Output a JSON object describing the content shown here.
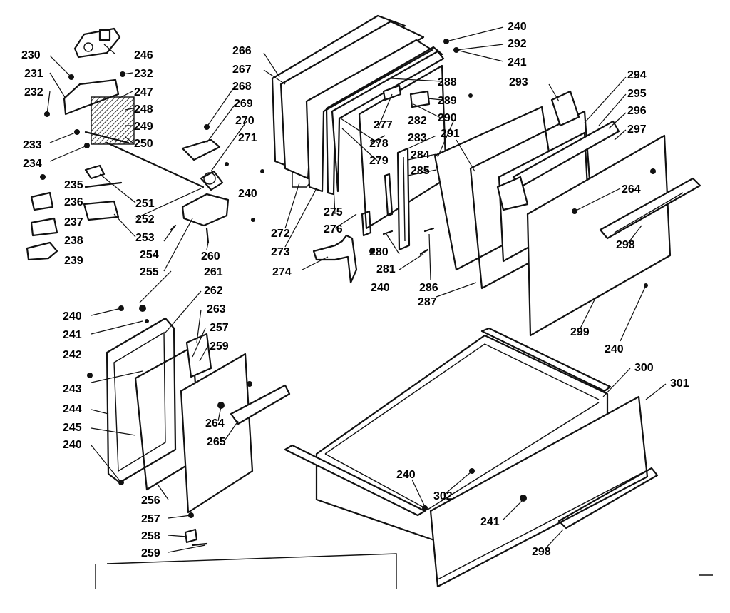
{
  "colors": {
    "ink": "#111111",
    "paper": "#ffffff",
    "speckle": "#444444"
  },
  "labels": {
    "l230": "230",
    "l231": "231",
    "l232a": "232",
    "l232b": "232",
    "l233": "233",
    "l234": "234",
    "l235": "235",
    "l236": "236",
    "l237": "237",
    "l238": "238",
    "l239": "239",
    "l240a": "240",
    "l240b": "240",
    "l240c": "240",
    "l240d": "240",
    "l240e": "240",
    "l240f": "240",
    "l240g": "240",
    "l241a": "241",
    "l241b": "241",
    "l241c": "241",
    "l242": "242",
    "l243": "243",
    "l244": "244",
    "l245": "245",
    "l246": "246",
    "l247": "247",
    "l248": "248",
    "l249": "249",
    "l250": "250",
    "l251": "251",
    "l252": "252",
    "l253": "253",
    "l254": "254",
    "l255": "255",
    "l256": "256",
    "l257a": "257",
    "l257b": "257",
    "l258": "258",
    "l259a": "259",
    "l259b": "259",
    "l260": "260",
    "l261": "261",
    "l262": "262",
    "l263": "263",
    "l264a": "264",
    "l264b": "264",
    "l265": "265",
    "l266": "266",
    "l267": "267",
    "l268": "268",
    "l269": "269",
    "l270": "270",
    "l271": "271",
    "l272": "272",
    "l273": "273",
    "l274": "274",
    "l275": "275",
    "l276": "276",
    "l277": "277",
    "l278": "278",
    "l279": "279",
    "l280": "280",
    "l281": "281",
    "l282": "282",
    "l283": "283",
    "l284": "284",
    "l285": "285",
    "l286": "286",
    "l287": "287",
    "l288": "288",
    "l289": "289",
    "l290": "290",
    "l291": "291",
    "l292": "292",
    "l293": "293",
    "l294": "294",
    "l295": "295",
    "l296": "296",
    "l297": "297",
    "l298a": "298",
    "l298b": "298",
    "l299": "299",
    "l300": "300",
    "l301": "301",
    "l302": "302"
  }
}
